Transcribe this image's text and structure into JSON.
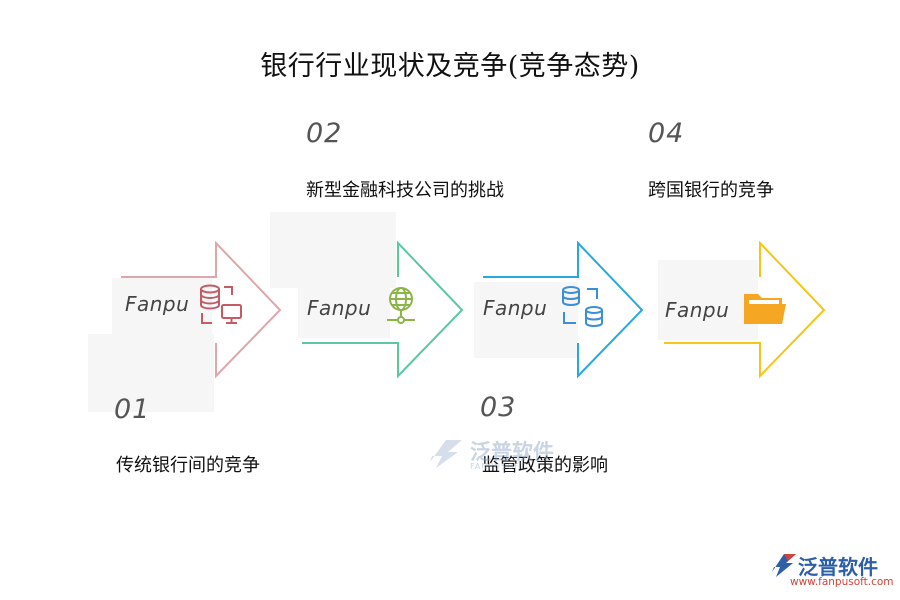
{
  "title": "银行行业现状及竞争(竞争态势)",
  "steps": [
    {
      "number": "01",
      "label": "传统银行间的竞争",
      "icon": "database-network-icon",
      "color": "#dfa6ab",
      "icon_color": "#c45b67"
    },
    {
      "number": "02",
      "label": "新型金融科技公司的挑战",
      "icon": "globe-network-icon",
      "color": "#5cc8a0",
      "icon_color": "#8cb548"
    },
    {
      "number": "03",
      "label": "监管政策的影响",
      "icon": "database-sync-icon",
      "color": "#29a8e0",
      "icon_color": "#3d8ed8"
    },
    {
      "number": "04",
      "label": "跨国银行的竞争",
      "icon": "folder-icon",
      "color": "#f5c518",
      "icon_color": "#f5a623"
    }
  ],
  "arrow_text": "Fanpu",
  "watermark": {
    "name": "泛普软件",
    "sub": "FANPUSOFT"
  },
  "logo": {
    "name": "泛普软件",
    "url": "www.fanpusoft.com"
  }
}
